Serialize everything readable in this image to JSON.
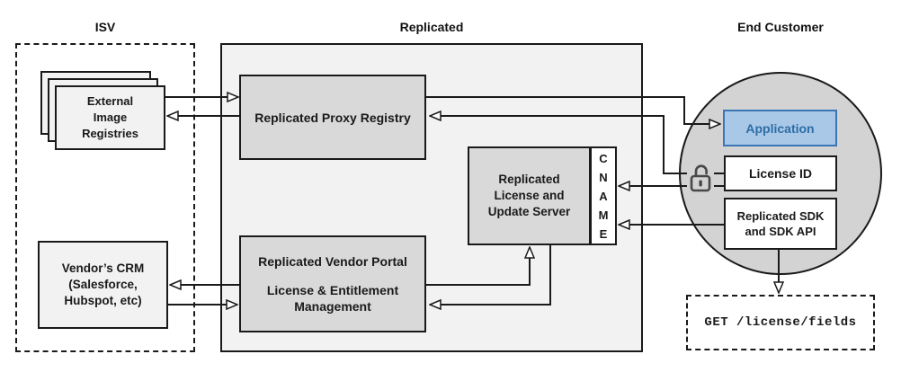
{
  "titles": {
    "isv": "ISV",
    "replicated": "Replicated",
    "end_customer": "End Customer"
  },
  "nodes": {
    "external_registries": {
      "lines": [
        "External",
        "Image",
        "Registries"
      ]
    },
    "vendors_crm": {
      "lines": [
        "Vendor’s CRM",
        "(Salesforce,",
        "Hubspot, etc)"
      ]
    },
    "proxy_registry": {
      "label": "Replicated Proxy Registry"
    },
    "vendor_portal": {
      "title": "Replicated Vendor Portal",
      "subtitle_lines": [
        "License & Entitlement",
        "Management"
      ]
    },
    "license_update_server": {
      "lines": [
        "Replicated",
        "License and",
        "Update Server"
      ]
    },
    "cname": {
      "letters": [
        "C",
        "N",
        "A",
        "M",
        "E"
      ]
    },
    "application": {
      "label": "Application"
    },
    "license_id": {
      "label": "License ID"
    },
    "replicated_sdk": {
      "lines": [
        "Replicated SDK",
        "and SDK API"
      ]
    },
    "get_endpoint": {
      "label": "GET /license/fields"
    }
  },
  "icons": {
    "unlock": "unlocked-padlock",
    "arrowhead_style": "hollow-triangle"
  },
  "colors": {
    "section_fill": "#f2f2f2",
    "node_fill": "#d9d9d9",
    "circle_fill": "#d3d3d3",
    "line": "#1a1a1a",
    "application_fill": "#a9c8e8",
    "application_border": "#3a76b4",
    "application_text": "#2e6da4",
    "lock_stroke": "#474747"
  },
  "edges": [
    {
      "from": "external-image-registries",
      "to": "replicated-proxy-registry"
    },
    {
      "from": "replicated-proxy-registry",
      "to": "external-image-registries"
    },
    {
      "from": "replicated-proxy-registry",
      "to": "application"
    },
    {
      "from": "license-id",
      "to": "replicated-proxy-registry"
    },
    {
      "from": "license-id",
      "to": "cname"
    },
    {
      "from": "replicated-sdk",
      "to": "cname"
    },
    {
      "from": "vendor-portal",
      "to": "license-update-server"
    },
    {
      "from": "license-update-server",
      "to": "vendor-portal"
    },
    {
      "from": "vendor-portal",
      "to": "vendors-crm"
    },
    {
      "from": "vendors-crm",
      "to": "vendor-portal"
    },
    {
      "from": "replicated-sdk",
      "to": "get-license-fields-endpoint"
    }
  ]
}
